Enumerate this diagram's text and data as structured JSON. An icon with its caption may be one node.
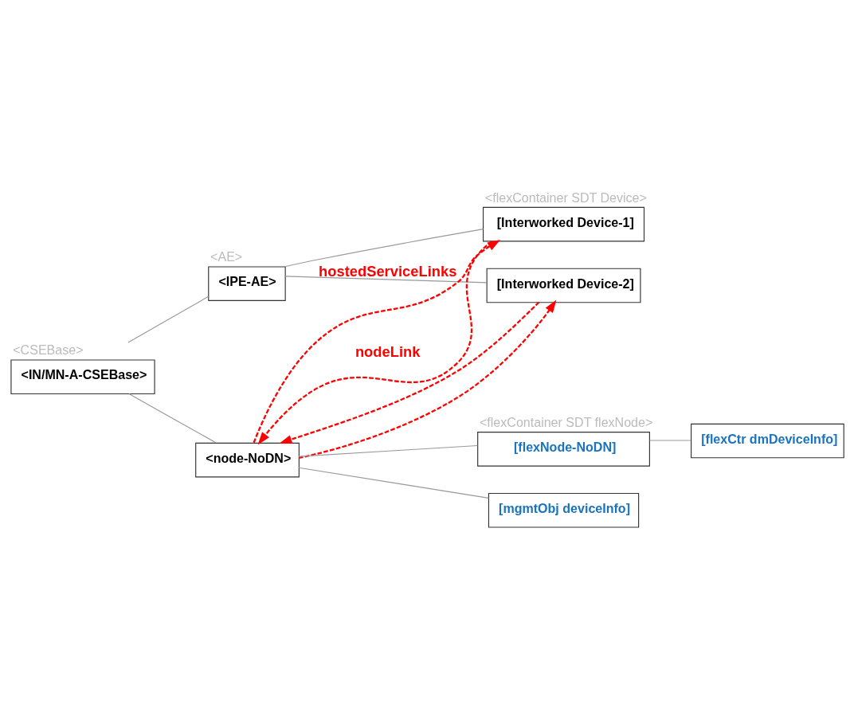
{
  "diagram": {
    "nodes": [
      {
        "text": [
          "<IN/MN-A-CSEBase>"
        ],
        "beside": [
          "<CSEBase>"
        ]
      },
      {
        "text": [
          "<IPE-AE>"
        ],
        "beside": [
          "<AE>"
        ]
      },
      {
        "text": [
          "[Interworked Device-1]"
        ],
        "beside": [
          "<flexContainer SDT Device>"
        ]
      },
      {
        "text": [
          "[Interworked Device-2]"
        ]
      },
      {
        "text": [
          "<node-NoDN>"
        ]
      },
      {
        "text": [
          "[flexNode-NoDN]"
        ],
        "beside": [
          "<flexContainer SDT flexNode>"
        ]
      },
      {
        "text": [
          "[flexCtr dmDeviceInfo]"
        ]
      },
      {
        "text": [
          "[mgmtObj deviceInfo]"
        ]
      }
    ],
    "edges": [
      {
        "from": 0,
        "to": 1,
        "arrow": "none"
      },
      {
        "from": 1,
        "to": 2,
        "arrow": "none"
      },
      {
        "from": 1,
        "to": 3,
        "arrow": "none"
      },
      {
        "from": 0,
        "to": 4,
        "arrow": "none"
      },
      {
        "from": 4,
        "to": 5,
        "arrow": "none"
      },
      {
        "from": 5,
        "to": 6,
        "arrow": "none"
      },
      {
        "from": 4,
        "to": 7,
        "arrow": "none"
      },
      {
        "from": 4,
        "to": 2,
        "arrow": "to",
        "style": "dashed",
        "color": "#ff0000",
        "label": "hostedServiceLinks"
      },
      {
        "from": 4,
        "to": 3,
        "arrow": "to",
        "style": "dashed",
        "color": "#ff0000"
      },
      {
        "from": 2,
        "to": 4,
        "arrow": "to",
        "style": "dashed",
        "color": "#ff0000",
        "label": "nodeLink"
      },
      {
        "from": 3,
        "to": 4,
        "arrow": "to",
        "style": "dashed",
        "color": "#ff0000"
      }
    ]
  }
}
